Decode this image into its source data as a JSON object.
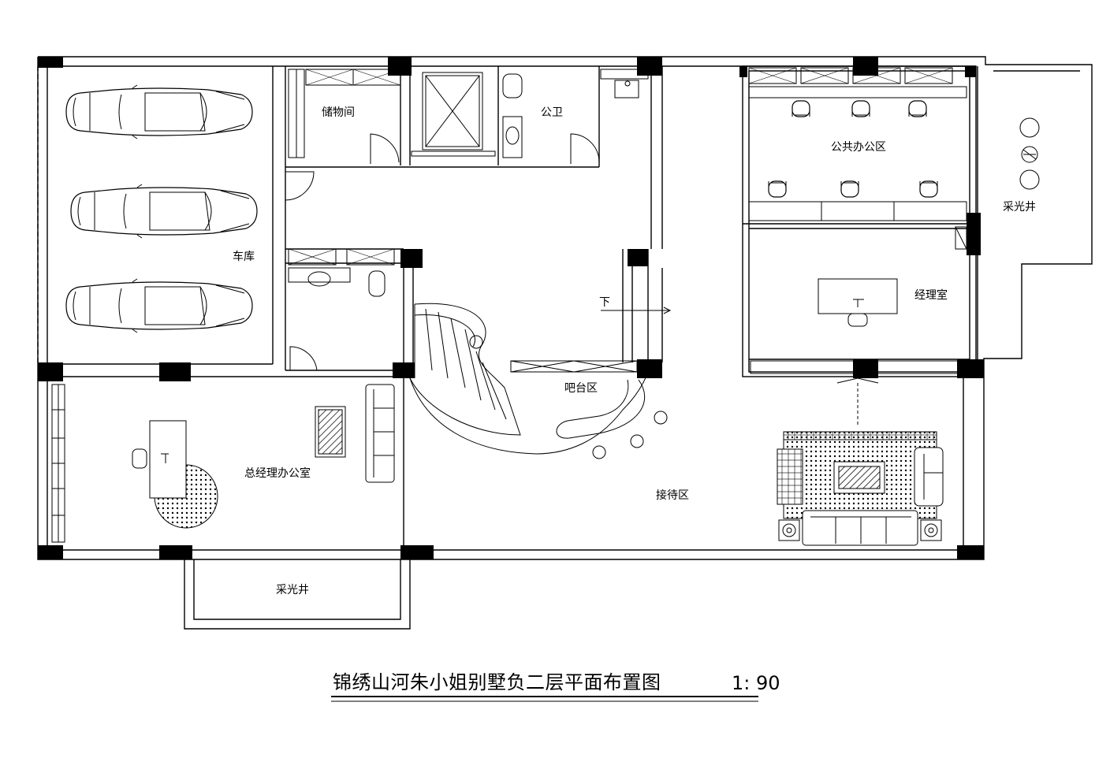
{
  "title": "锦绣山河朱小姐别墅负二层平面布置图",
  "scale": "1: 90",
  "rooms": {
    "storage": "储物间",
    "public_wc": "公卫",
    "public_office": "公共办公区",
    "lightwell_right": "采光井",
    "garage": "车库",
    "manager_room": "经理室",
    "down": "下",
    "bar": "吧台区",
    "gm_office": "总经理办公室",
    "reception": "接待区",
    "lightwell_bottom": "采光井"
  }
}
